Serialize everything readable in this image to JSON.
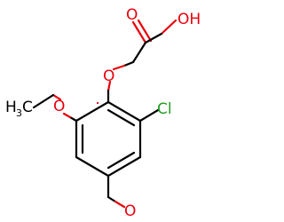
{
  "atoms": {
    "hydroxyl": {
      "text": "OH",
      "color": "#e8000b"
    },
    "carbonyl_o_top": {
      "text": "O",
      "color": "#e8000b"
    },
    "ether_o_center": {
      "text": "O",
      "color": "#e8000b"
    },
    "ether_o_left": {
      "text": "O",
      "color": "#e8000b"
    },
    "chlorine": {
      "text": "Cl",
      "color": "#1fa01f"
    },
    "methyl": {
      "text": "H",
      "sub": "3",
      "tail": "C",
      "color": "#000000"
    },
    "aldehyde_o": {
      "text": "O",
      "color": "#e8000b"
    }
  },
  "colors": {
    "bond": "#000000",
    "oxygen": "#e8000b",
    "chlorine": "#1fa01f"
  }
}
